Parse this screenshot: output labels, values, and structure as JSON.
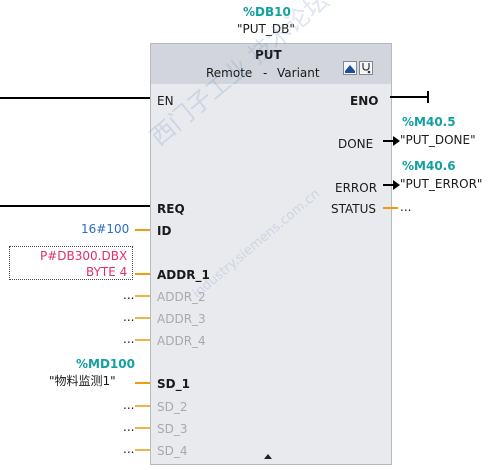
{
  "instance": {
    "address": "%DB10",
    "name": "\"PUT_DB\""
  },
  "block": {
    "title": "PUT",
    "variant_left": "Remote",
    "variant_sep": "-",
    "variant_right": "Variant",
    "icons": [
      "monitor-icon",
      "stethoscope-icon"
    ]
  },
  "inputs": {
    "en": "EN",
    "req": "REQ",
    "id": {
      "label": "ID",
      "value": "16#100"
    },
    "addr_1": {
      "label": "ADDR_1",
      "value_line1": "P#DB300.DBX",
      "value_line2": "BYTE 4"
    },
    "addr_2": {
      "label": "ADDR_2",
      "value": "..."
    },
    "addr_3": {
      "label": "ADDR_3",
      "value": "..."
    },
    "addr_4": {
      "label": "ADDR_4",
      "value": "..."
    },
    "sd_1": {
      "label": "SD_1",
      "address": "%MD100",
      "name": "\"物料监测1\""
    },
    "sd_2": {
      "label": "SD_2",
      "value": "..."
    },
    "sd_3": {
      "label": "SD_3",
      "value": "..."
    },
    "sd_4": {
      "label": "SD_4",
      "value": "..."
    }
  },
  "outputs": {
    "eno": "ENO",
    "done": {
      "label": "DONE",
      "address": "%M40.5",
      "name": "\"PUT_DONE\""
    },
    "error": {
      "label": "ERROR",
      "address": "%M40.6",
      "name": "\"PUT_ERROR\""
    },
    "status": {
      "label": "STATUS",
      "value": "..."
    }
  },
  "watermark": {
    "line1": "西门子工业 技术论坛",
    "line2": "industry.siemens.com.cn"
  },
  "colors": {
    "address": "#13a0a0",
    "constant": "#2d6cc0",
    "pointer": "#e0306a",
    "wire": "#000000",
    "parameter_wire": "#f29a11",
    "block_body": "#e8eaee"
  }
}
